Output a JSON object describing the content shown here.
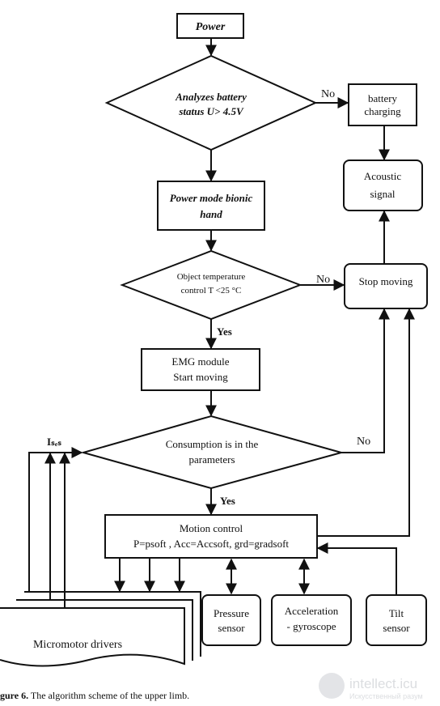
{
  "nodes": {
    "power": "Power",
    "battery_check_1": "Analyzes battery",
    "battery_check_2": "status U> 4.5V",
    "battery_charging_1": "battery",
    "battery_charging_2": "charging",
    "acoustic_1": "Acoustic",
    "acoustic_2": "signal",
    "power_mode_1": "Power mode bionic",
    "power_mode_2": "hand",
    "temp_check_1": "Object temperature",
    "temp_check_2": "control T <25 °C",
    "stop_moving": "Stop moving",
    "emg_1": "EMG module",
    "emg_2": "Start moving",
    "consumption_1": "Consumption is in the",
    "consumption_2": "parameters",
    "motion_1": "Motion control",
    "motion_2": "P=psoft , Acc=Accsoft, grd=gradsoft",
    "micromotor": "Micromotor drivers",
    "pressure_1": "Pressure",
    "pressure_2": "sensor",
    "accel_1": "Acceleration",
    "accel_2": "- gyroscope",
    "tilt_1": "Tilt",
    "tilt_2": "sensor"
  },
  "edge_labels": {
    "no_1": "No",
    "no_2": "No",
    "no_3": "No",
    "yes_1": "Yes",
    "yes_2": "Yes",
    "i_ses": "Iₛₑₛ"
  },
  "caption": {
    "prefix": "gure 6.",
    "text": " The algorithm scheme of the upper limb."
  },
  "watermark": {
    "brand": "intellect.icu",
    "sub": "Искусственный разум"
  }
}
